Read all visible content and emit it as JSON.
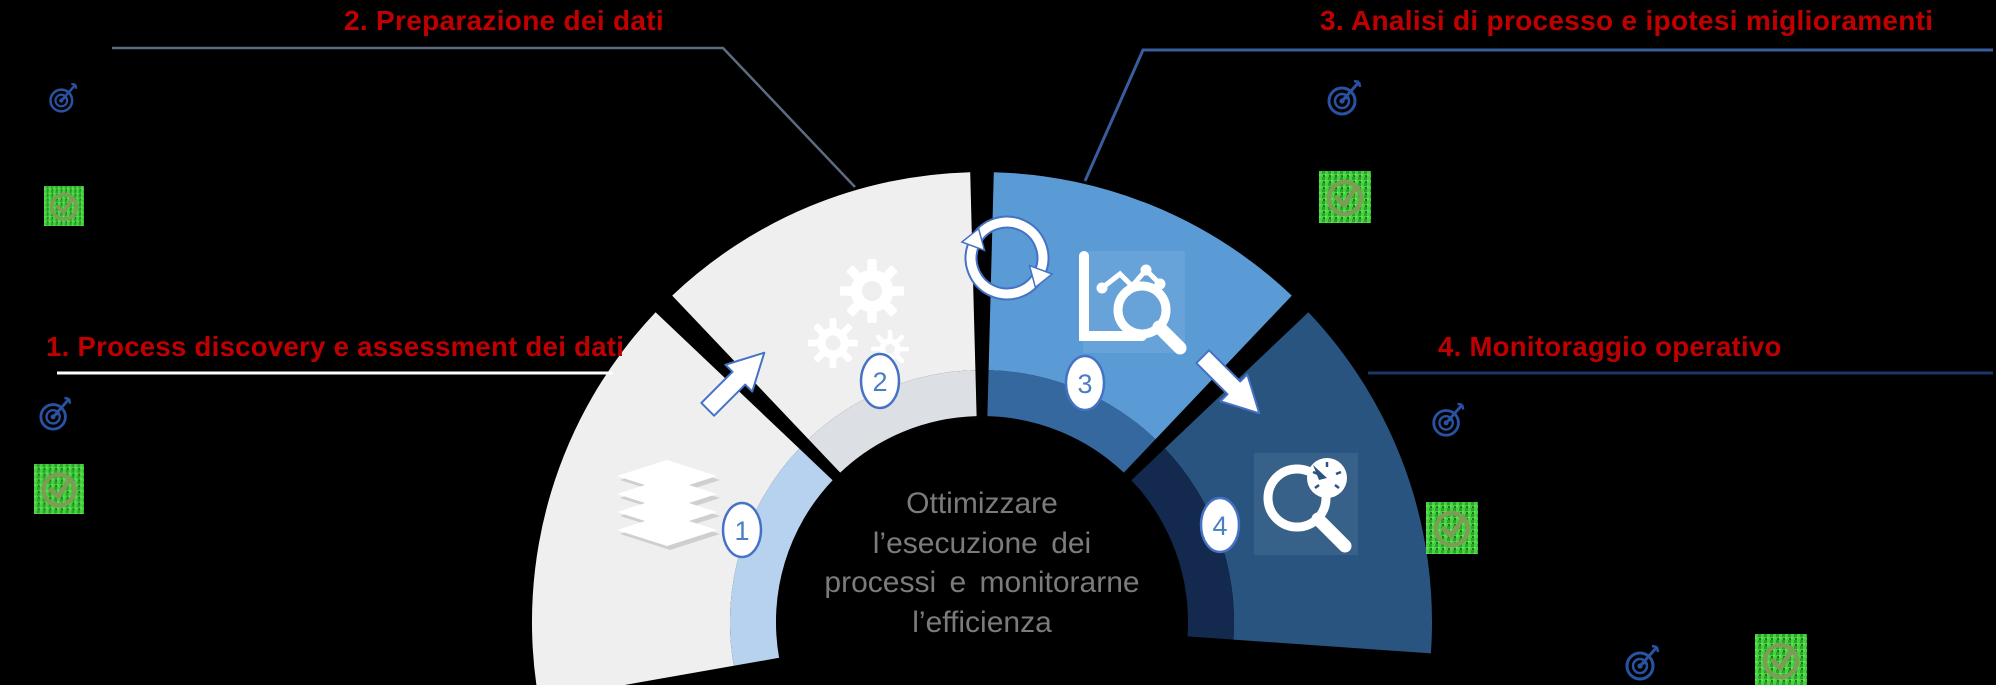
{
  "slide": {
    "background": "#000000",
    "accent_red": "#c00000"
  },
  "headings": {
    "h1": {
      "label": "1. Process discovery e assessment dei dati",
      "color": "#c00000",
      "line_color": "#ffffff"
    },
    "h2": {
      "label": "2. Preparazione dei dati",
      "color": "#c00000",
      "line_color": "#5d6b80"
    },
    "h3": {
      "label": "3. Analisi di processo e ipotesi miglioramenti",
      "color": "#c00000",
      "line_color": "#3a5c9c"
    },
    "h4": {
      "label": "4. Monitoraggio operativo",
      "color": "#c00000",
      "line_color": "#1b3766"
    }
  },
  "center_text": {
    "color": "#7b7b7b",
    "lines": [
      "Ottimizzare",
      "l’esecuzione dei",
      "processi e monitorarne",
      "l’efficienza"
    ]
  },
  "badges": {
    "b1": "1",
    "b2": "2",
    "b3": "3",
    "b4": "4"
  },
  "diagram": {
    "type": "semicircular-process-cycle",
    "segments": [
      {
        "name": "segment-1-process-discovery",
        "icon": "layers-icon",
        "fill": "#efeff0",
        "band": "#b7d2ee",
        "start": 190,
        "end": 136.5
      },
      {
        "name": "segment-2-preparazione-dati",
        "icon": "gears-icon",
        "fill": "#efeff0",
        "band": "#dcdfe4",
        "start": 133.5,
        "end": 91.5
      },
      {
        "name": "segment-3-analisi-processo",
        "icon": "chart-magnifier-icon",
        "fill": "#5b9bd5",
        "band": "#35689e",
        "start": 88.5,
        "end": 46.5
      },
      {
        "name": "segment-4-monitoraggio",
        "icon": "gauge-magnifier-icon",
        "fill": "#28547f",
        "band": "#13294d",
        "start": 43.5,
        "end": -4
      }
    ],
    "badge_stroke": "#4472c4",
    "arrow_fill": "#ffffff",
    "arrow_stroke": "#4472c4"
  },
  "bullet_icons": {
    "target_color": "#2a52a2",
    "check_color": "#7d9c55",
    "check_bg": "#45d23e",
    "positions": [
      "top-left-pair",
      "left-pair",
      "section3-pair",
      "section4-pair",
      "bottom-right-pair"
    ]
  }
}
